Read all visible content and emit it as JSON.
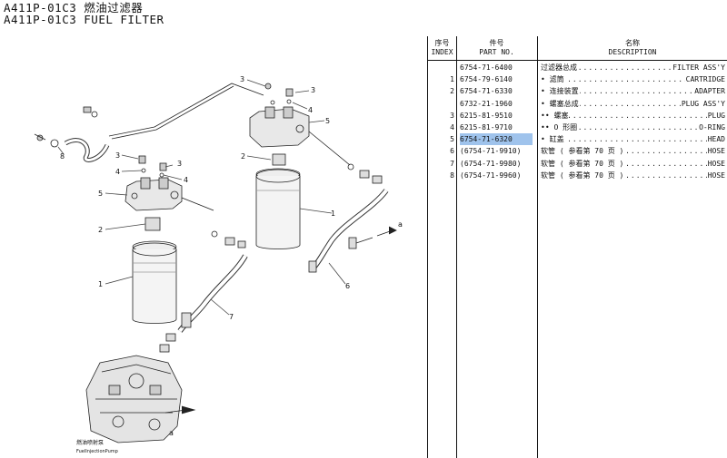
{
  "title": {
    "line1": "A411P-01C3 燃油过滤器",
    "line2": "A411P-01C3 FUEL FILTER"
  },
  "table": {
    "headers": {
      "index_cn": "序号",
      "index_en": "INDEX",
      "part_cn": "件号",
      "part_en": "PART NO.",
      "desc_cn": "名称",
      "desc_en": "DESCRIPTION"
    },
    "rows": [
      {
        "index": "",
        "part_no": "6754-71-6400",
        "name_cn": "过滤器总成",
        "name_en": "FILTER ASS'Y",
        "highlight": false
      },
      {
        "index": "1",
        "part_no": "6754-79-6140",
        "name_cn": "• 滤筒",
        "name_en": "CARTRIDGE",
        "highlight": false
      },
      {
        "index": "2",
        "part_no": "6754-71-6330",
        "name_cn": "• 连接装置",
        "name_en": "ADAPTER",
        "highlight": false
      },
      {
        "index": "",
        "part_no": "6732-21-1960",
        "name_cn": "• 螺塞总成",
        "name_en": "PLUG ASS'Y",
        "highlight": false
      },
      {
        "index": "3",
        "part_no": "6215-81-9510",
        "name_cn": "•• 螺塞",
        "name_en": "PLUG",
        "highlight": false
      },
      {
        "index": "4",
        "part_no": "6215-81-9710",
        "name_cn": "•• O 形圈",
        "name_en": "O-RING",
        "highlight": false
      },
      {
        "index": "5",
        "part_no": "6754-71-6320",
        "name_cn": "• 缸盖",
        "name_en": "HEAD",
        "highlight": true
      },
      {
        "index": "6",
        "part_no": "(6754-71-9910)",
        "name_cn": "软管 ( 参看第 70 页 )",
        "name_en": "HOSE",
        "highlight": false
      },
      {
        "index": "7",
        "part_no": "(6754-71-9980)",
        "name_cn": "软管 ( 参看第 70 页 )",
        "name_en": "HOSE",
        "highlight": false
      },
      {
        "index": "8",
        "part_no": "(6754-71-9960)",
        "name_cn": "软管 ( 参看第 70 页 )",
        "name_en": "HOSE",
        "highlight": false
      }
    ]
  },
  "diagram": {
    "callouts": [
      "1",
      "2",
      "3",
      "4",
      "5",
      "6",
      "7",
      "8",
      "a"
    ],
    "pump_label_cn": "燃油喷射泵",
    "pump_label_en": "FuelInjectionPump",
    "highlight_color": "#9fc3ec"
  }
}
